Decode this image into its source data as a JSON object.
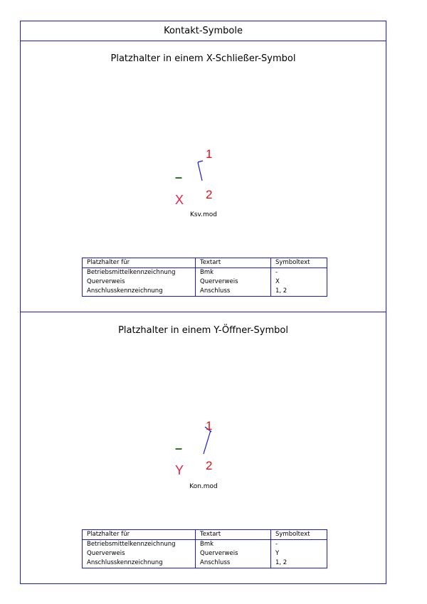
{
  "page": {
    "title": "Kontakt-Symbole"
  },
  "colors": {
    "frame": "#1a1ad8",
    "placeholder": "#e8204a",
    "dash": "#1a6a1a",
    "terminal": "#e01010",
    "contact": "#1a1ad8"
  },
  "sections": [
    {
      "title": "Platzhalter in einem X-Schließer-Symbol",
      "symbol": {
        "type": "normally-open",
        "label": "X",
        "dash": "–",
        "terminal_top": "1",
        "terminal_bottom": "2"
      },
      "file_name": "Ksv.mod",
      "table": {
        "headers": [
          "Platzhalter für",
          "Textart",
          "Symboltext"
        ],
        "rows": [
          [
            "Betriebsmittelkennzeichnung",
            "Bmk",
            "-"
          ],
          [
            "Querverweis",
            "Querverweis",
            "X"
          ],
          [
            "Anschlusskennzeichnung",
            "Anschluss",
            "1, 2"
          ]
        ]
      }
    },
    {
      "title": "Platzhalter in einem Y-Öffner-Symbol",
      "symbol": {
        "type": "normally-closed",
        "label": "Y",
        "dash": "–",
        "terminal_top": "1",
        "terminal_bottom": "2"
      },
      "file_name": "Kon.mod",
      "table": {
        "headers": [
          "Platzhalter für",
          "Textart",
          "Symboltext"
        ],
        "rows": [
          [
            "Betriebsmittelkennzeichnung",
            "Bmk",
            "-"
          ],
          [
            "Querverweis",
            "Querverweis",
            "Y"
          ],
          [
            "Anschlusskennzeichnung",
            "Anschluss",
            "1, 2"
          ]
        ]
      }
    }
  ]
}
